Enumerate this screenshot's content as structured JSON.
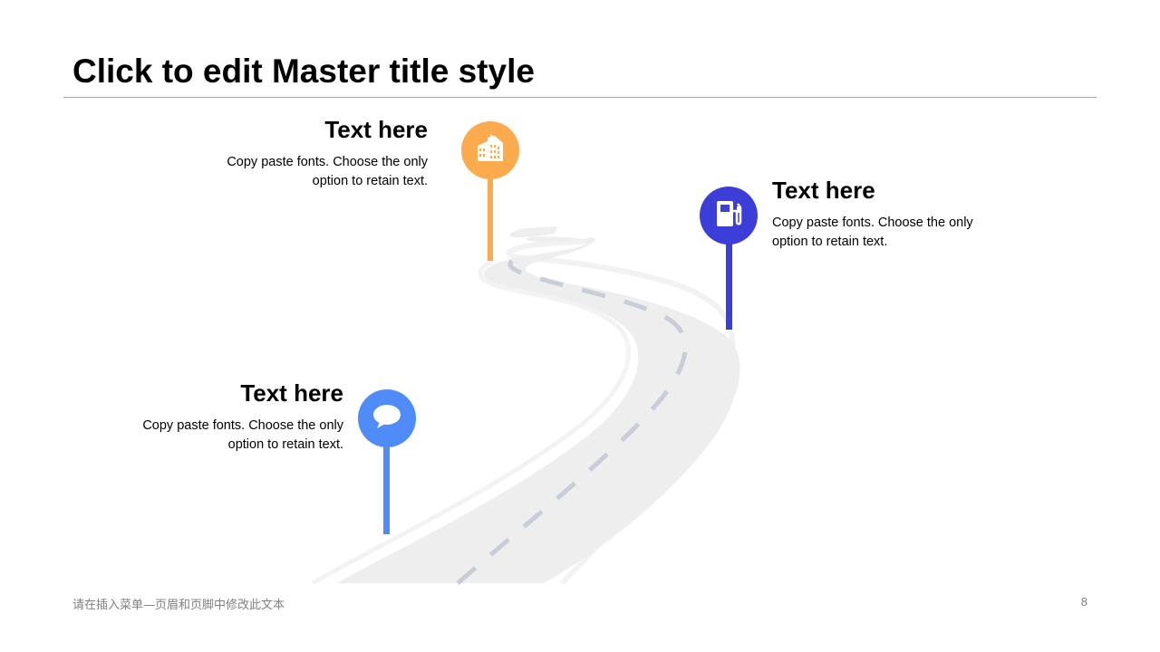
{
  "slide": {
    "title": "Click to edit Master title style",
    "footer_text": "请在插入菜单—页眉和页脚中修改此文本",
    "page_number": "8"
  },
  "milestones": [
    {
      "heading": "Text here",
      "body_line1": "Copy paste fonts. Choose the only",
      "body_line2": "option to retain text.",
      "icon": "building-icon",
      "color": "#FBAA4D"
    },
    {
      "heading": "Text here",
      "body_line1": "Copy paste fonts. Choose the only",
      "body_line2": "option to retain text.",
      "icon": "fuel-pump-icon",
      "color": "#3B3FD8"
    },
    {
      "heading": "Text here",
      "body_line1": "Copy paste fonts. Choose the only",
      "body_line2": "option to retain text.",
      "icon": "chat-bubble-icon",
      "color": "#4F8CF7"
    }
  ],
  "colors": {
    "road": "#EFEFEF",
    "road_edge": "#F4F4F4",
    "dash": "#C8CED8"
  }
}
